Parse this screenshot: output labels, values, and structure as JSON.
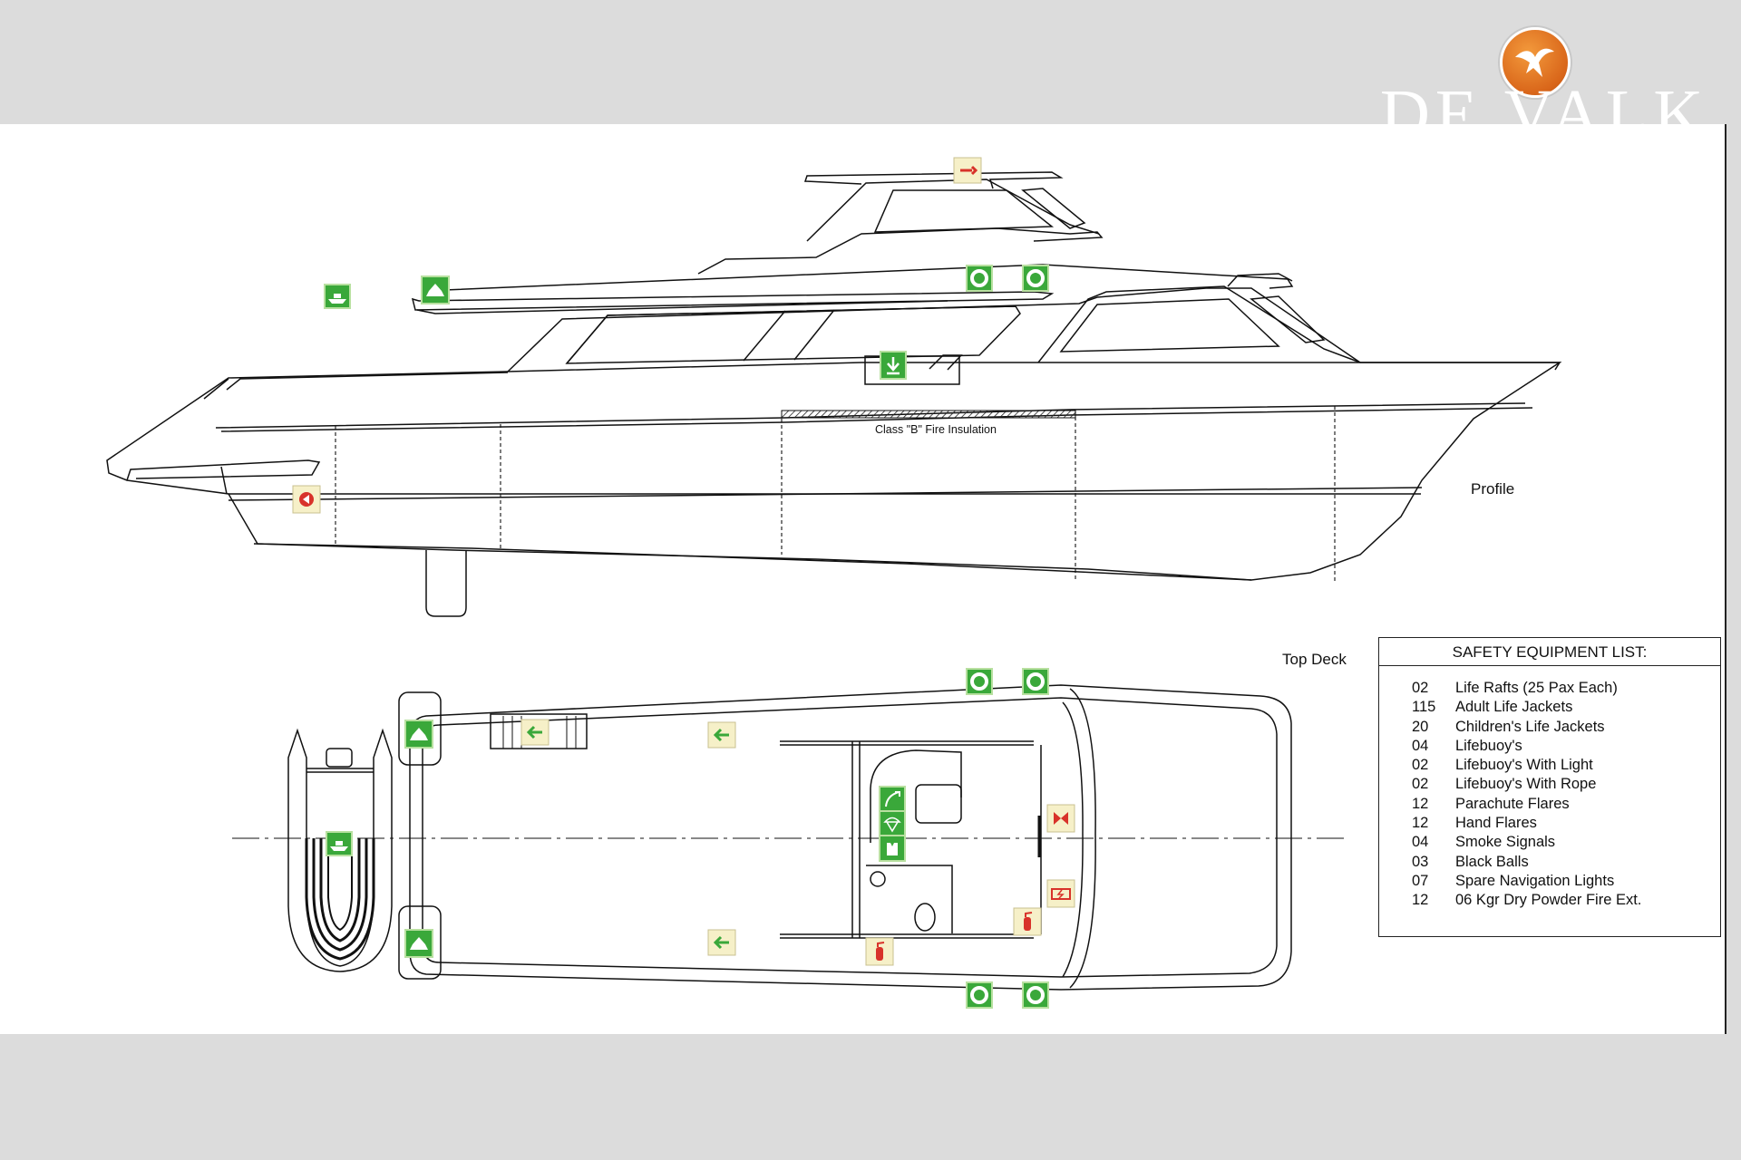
{
  "brand": {
    "name": "DE VALK",
    "logo_icon": "seagull-logo",
    "accent": "#e07820"
  },
  "labels": {
    "profile": "Profile",
    "top_deck": "Top Deck",
    "fire_insulation": "Class \"B\" Fire Insulation"
  },
  "equipment_list": {
    "title": "SAFETY EQUIPMENT LIST:",
    "items": [
      {
        "qty": "02",
        "name": "Life Rafts (25 Pax Each)"
      },
      {
        "qty": "115",
        "name": "Adult Life Jackets"
      },
      {
        "qty": "20",
        "name": "Children's Life Jackets"
      },
      {
        "qty": "04",
        "name": "Lifebuoy's"
      },
      {
        "qty": "02",
        "name": "Lifebuoy's With Light"
      },
      {
        "qty": "02",
        "name": "Lifebuoy's With Rope"
      },
      {
        "qty": "12",
        "name": "Parachute Flares"
      },
      {
        "qty": "12",
        "name": "Hand Flares"
      },
      {
        "qty": "04",
        "name": "Smoke Signals"
      },
      {
        "qty": "03",
        "name": "Black Balls"
      },
      {
        "qty": "07",
        "name": "Spare Navigation Lights"
      },
      {
        "qty": "12",
        "name": "06 Kgr Dry Powder Fire Ext."
      }
    ]
  },
  "symbol_colors": {
    "safety_green": "#3aa83a",
    "fire_red": "#d8322a",
    "sign_bg": "#f6f0c8"
  },
  "symbols": {
    "lifebuoy": "lifebuoy-icon",
    "liferaft": "liferaft-icon",
    "rescue_boat": "rescue-boat-icon",
    "exit_arrow": "exit-arrow-icon",
    "fire_extinguisher": "fire-extinguisher-icon",
    "flare": "flare-icon"
  }
}
